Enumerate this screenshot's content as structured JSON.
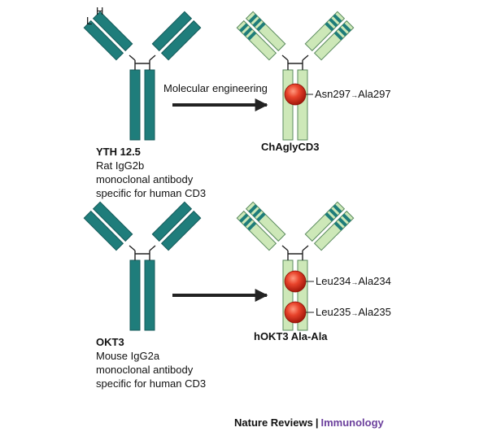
{
  "chain_labels": {
    "light": "L",
    "heavy": "H"
  },
  "panels": [
    {
      "source": {
        "name": "YTH 12.5",
        "lines": [
          "Rat IgG2b",
          "monoclonal antibody",
          "specific for human CD3"
        ]
      },
      "arrow_label": "Molecular engineering",
      "product": {
        "name": "ChAglyCD3",
        "mutations": [
          {
            "from": "Asn297",
            "arrow": "→",
            "to": "Ala297"
          }
        ]
      }
    },
    {
      "source": {
        "name": "OKT3",
        "lines": [
          "Mouse IgG2a",
          "monoclonal antibody",
          "specific for human CD3"
        ]
      },
      "arrow_label": "",
      "product": {
        "name": "hOKT3 Ala-Ala",
        "mutations": [
          {
            "from": "Leu234",
            "arrow": "→",
            "to": "Ala234"
          },
          {
            "from": "Leu235",
            "arrow": "→",
            "to": "Ala235"
          }
        ]
      }
    }
  ],
  "credit": {
    "journal": "Nature Reviews",
    "separator": "|",
    "section": "Immunology"
  },
  "colors": {
    "rodent": "#1f7d7b",
    "chimeric_fill": "#cde8b8",
    "chimeric_stroke": "#5a8a5e",
    "hinge": "#222222",
    "mutation": "#e23a24",
    "arrow": "#222222",
    "credit_accent": "#6b3f9c"
  }
}
